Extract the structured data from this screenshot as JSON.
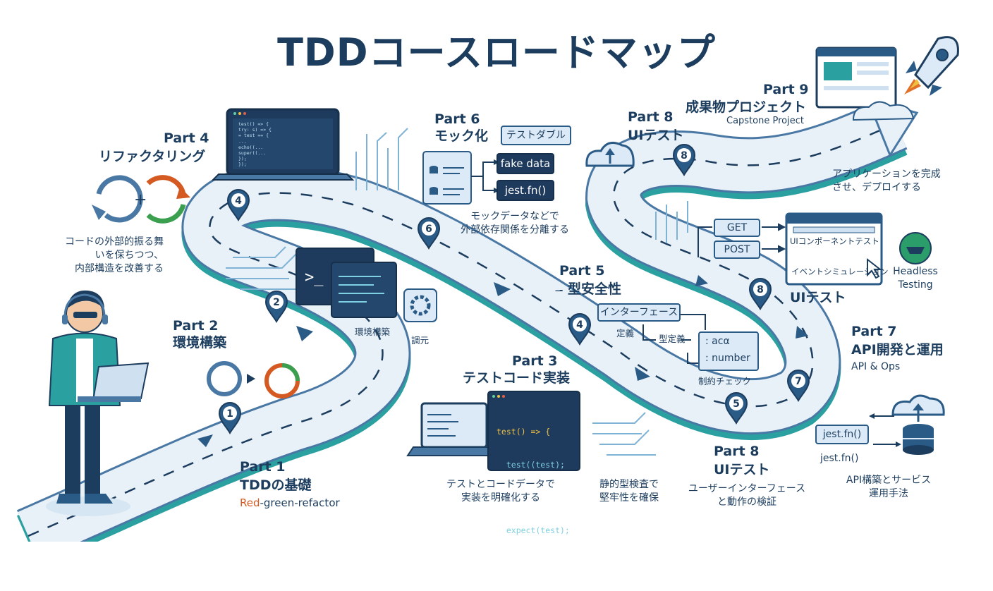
{
  "title": "TDDコースロードマップ",
  "parts": {
    "p1": {
      "num": "Part 1",
      "name": "TDDの基礎",
      "sub_red": "Red",
      "sub_rest": "-green-refactor"
    },
    "p2": {
      "num": "Part 2",
      "name": "環境構築",
      "label_a": "環境構築",
      "label_b": "調元"
    },
    "p3": {
      "num": "Part 3",
      "name": "テストコード実装",
      "desc": [
        "テストとコードデータで",
        "実装を明確化する"
      ],
      "code": [
        "test() => {",
        "  test((test);",
        "})",
        "  expect(test);",
        "});"
      ]
    },
    "p4": {
      "num": "Part 4",
      "name": "リファクタリング",
      "desc": [
        "コードの外部的振る舞",
        "いを保ちつつ、",
        "内部構造を改善する"
      ]
    },
    "p5": {
      "num": "Part 5",
      "name": "型安全性",
      "prefix": "-̶",
      "iface": "インターフェース",
      "def": "定義",
      "typedef": "型定義",
      "t1": ": acα",
      "t2": ": number",
      "check": "制約チェック",
      "desc": [
        "静的型検査で",
        "堅牢性を確保"
      ]
    },
    "p6": {
      "num": "Part 6",
      "name": "モック化",
      "tag": "テストダブル",
      "b1": "fake data",
      "b2": "jest.fn()",
      "desc": [
        "モックデータなどで",
        "外部依存関係を分離する"
      ]
    },
    "p7": {
      "num": "Part 7",
      "name": "API開発と運用",
      "sub": "API & Ops",
      "jest1": "jest.fn()",
      "jest2": "jest.fn()",
      "desc": [
        "API構築とサービス",
        "運用手法"
      ]
    },
    "p8a": {
      "num": "Part 8",
      "name": "UIテスト",
      "get": "GET",
      "post": "POST",
      "ui1": "UIコンポーネントテスト",
      "ui2": "イベントシミュレーション",
      "headless": [
        "Headless",
        "Testing"
      ],
      "label": "UIテスト"
    },
    "p8b": {
      "num": "Part 8",
      "name": "UIテスト",
      "desc": [
        "ユーザーインターフェース",
        "と動作の検証"
      ]
    },
    "p9": {
      "num": "Part 9",
      "name": "成果物プロジェクト",
      "sub": "Capstone Project",
      "desc": [
        "アプリケーションを完成",
        "させ、デプロイする"
      ]
    }
  },
  "markers": [
    "1",
    "2",
    "4",
    "6",
    "4",
    "5",
    "7",
    "8",
    "8"
  ],
  "laptop_code": [
    "test() => {",
    "  try: s) => {",
    "    = test == {",
    "      ...",
    "    echo((...",
    "    super((...",
    "  });",
    "});"
  ],
  "colors": {
    "road": "#e9f1f8",
    "road_edge": "#4a78a4",
    "accent_teal": "#2aa0a0",
    "navy": "#1c3d5e",
    "red": "#d45a22",
    "green": "#3aa050"
  }
}
